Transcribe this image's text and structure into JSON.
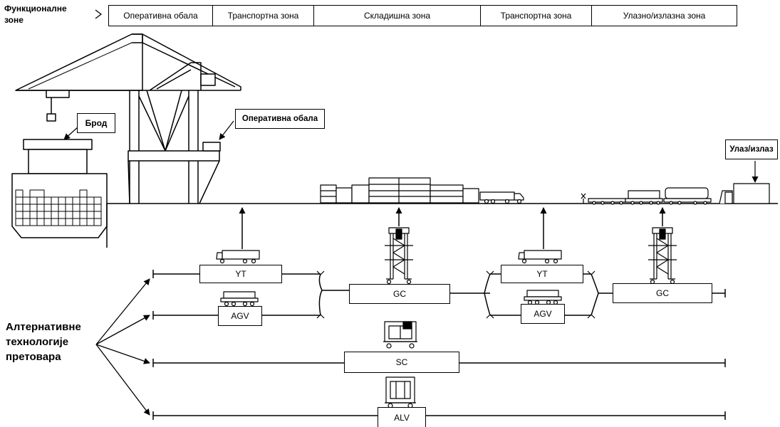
{
  "header": {
    "functional_zones_label_line1": "Функционалне",
    "functional_zones_label_line2": "зоне",
    "zones": [
      "Оперативна обала",
      "Транспортна зона",
      "Складишна зона",
      "Транспортна зона",
      "Улазно/излазна зона"
    ]
  },
  "callouts": {
    "ship": "Брод",
    "quay": "Оперативна обала",
    "gate": "Улаз/излаз"
  },
  "alternatives_label": [
    "Алтернативне",
    "технологије",
    "претовара"
  ],
  "equipment": {
    "yt": "YT",
    "agv": "AGV",
    "gc": "GC",
    "sc": "SC",
    "alv": "ALV"
  },
  "colors": {
    "line": "#000000",
    "background": "#ffffff"
  }
}
